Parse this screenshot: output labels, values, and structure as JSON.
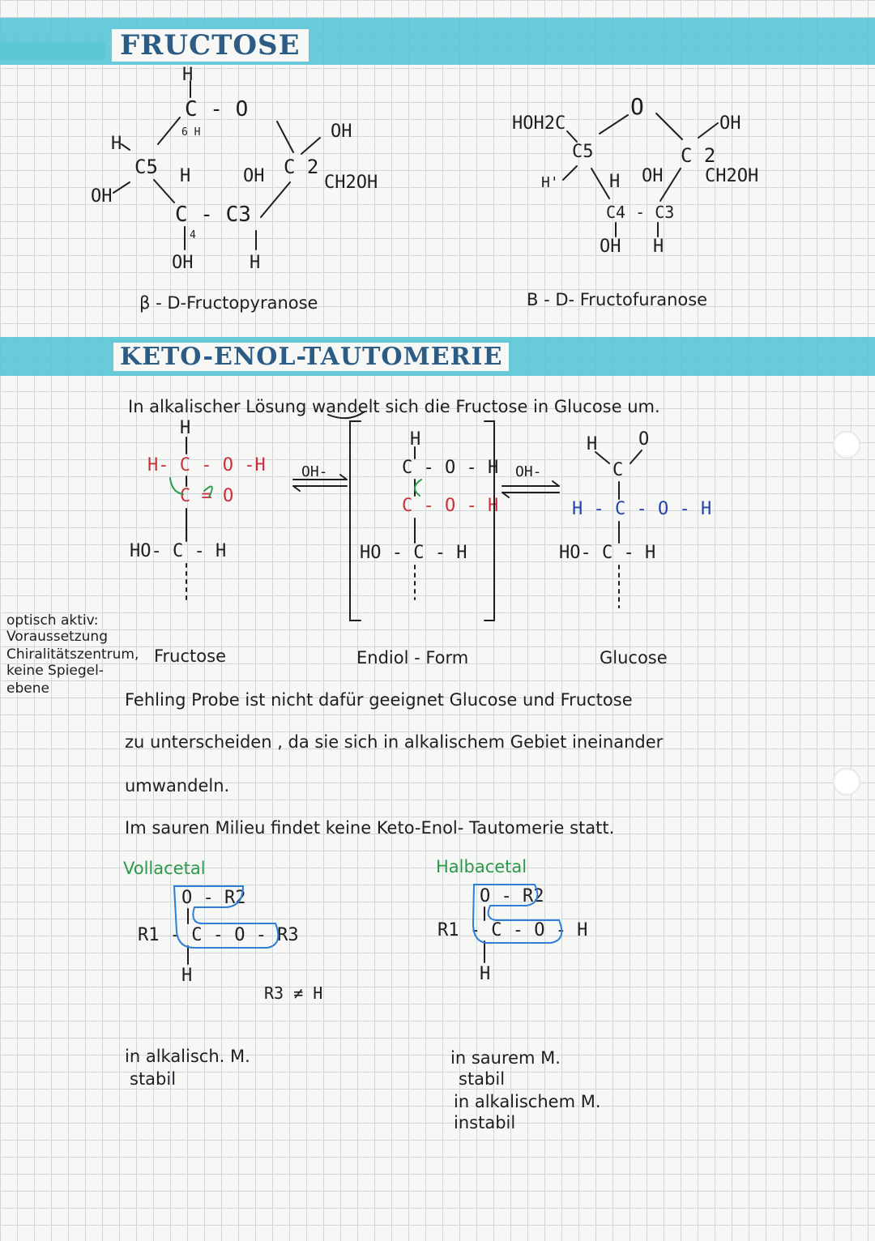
{
  "headings": {
    "fructose": "FRUCTOSE",
    "keto_enol": "KETO-ENOL-TAUTOMERIE"
  },
  "pyranose": {
    "atoms": {
      "h_top": "H",
      "c_ring_o": "C - O",
      "c6_h": "6 H",
      "oh_anomeric": "OH",
      "h_left": "H",
      "c5": "C5",
      "h_c5": "H",
      "oh_c3": "OH",
      "c2": "C 2",
      "ch2oh": "CH2OH",
      "oh_left": "OH",
      "c4_c3": "C - C3",
      "num4": "4",
      "oh_bottom": "OH",
      "h_bottom": "H"
    },
    "name": "β - D-Fructopyranose"
  },
  "furanose": {
    "atoms": {
      "hoh2c": "HOH2C",
      "o_ring": "O",
      "oh_top": "OH",
      "c5": "C5",
      "h_left": "H'",
      "h_c4": "H",
      "oh_c3": "OH",
      "c2": "C 2",
      "ch2oh": "CH2OH",
      "c4_c3": "C4 - C3",
      "oh_bottom": "OH",
      "h_bottom": "H"
    },
    "name": "B - D- Fructofuranose"
  },
  "tautomerie": {
    "intro": "In alkalischer Lösung wandelt sich die Fructose in Glucose um.",
    "fructose_struct": {
      "h_top": "H",
      "row1": "H- C - O -H",
      "row2": "C = O",
      "row3": "HO- C - H"
    },
    "oh_arrow_1": "OH-",
    "endiol_struct": {
      "h_top": "H",
      "row1": "C - O - H",
      "row2": "C - O - H",
      "row3": "HO - C - H"
    },
    "oh_arrow_2": "OH-",
    "glucose_struct": {
      "h_top": "H",
      "o_top": "O",
      "row1": "C",
      "row2": "H - C - O - H",
      "row3": "HO- C - H"
    },
    "labels": {
      "fructose": "Fructose",
      "endiol": "Endiol - Form",
      "glucose": "Glucose"
    }
  },
  "side_note": {
    "lines": [
      "optisch aktiv:",
      "Voraussetzung",
      "Chiralitätszentrum,",
      "keine Spiegel-",
      "ebene"
    ]
  },
  "paragraph": {
    "line1": "Fehling Probe ist nicht dafür geeignet Glucose und Fructose",
    "line2": "zu unterscheiden , da sie sich in alkalischem Gebiet ineinander",
    "line3": "umwandeln.",
    "line4": "Im sauren Milieu findet keine Keto-Enol- Tautomerie statt."
  },
  "vollacetal": {
    "title": "Vollacetal",
    "o_r2": "O - R2",
    "row": "R1 - C - O - R3",
    "h": "H",
    "cond": "R3 ≠ H",
    "note1": "in alkalisch. M.",
    "note2": "stabil"
  },
  "halbacetal": {
    "title": "Halbacetal",
    "o_r2": "O - R2",
    "row": "R1 - C - O - H",
    "h": "H",
    "note1": "in saurem M.",
    "note2": "stabil",
    "note3": "in alkalischem M.",
    "note4": "instabil"
  },
  "colors": {
    "highlight": "#4fc3d3",
    "heading": "#2b5c86",
    "ink": "#1e1e22",
    "red": "#c8323c",
    "blue": "#2444a8",
    "green": "#2a9a4a"
  }
}
